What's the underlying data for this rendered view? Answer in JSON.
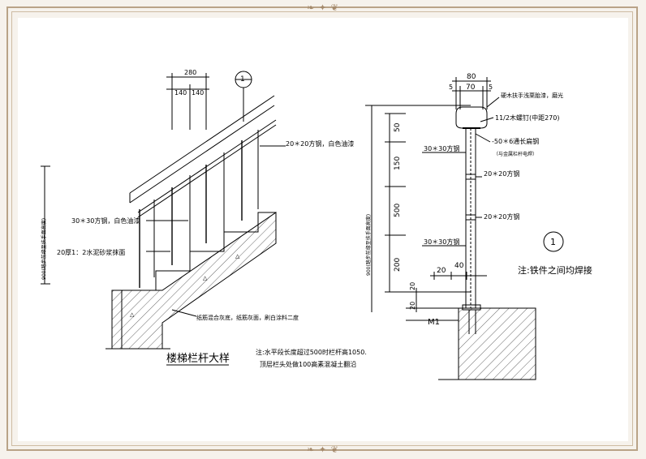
{
  "sheet": {
    "ornament": "❧ ✦ ❦",
    "border_color": "#b9a387"
  },
  "left_detail": {
    "dim_total": "280",
    "dim_a": "140",
    "dim_b": "140",
    "marker": "1",
    "rail_height": "900(踏步前缘至扶手面高度)",
    "note_square_bar": "20＊20方钢，白色油漆",
    "note_main_bar": "30＊30方钢，白色油漆",
    "note_mortar": "20厚1：2水泥砂浆抹面",
    "note_plaster": "纸筋混合灰底，纸筋灰面，刷白涂料二度",
    "title": "楼梯栏杆大样",
    "spec_line1": "注:水平段长度超过500时栏杆高1050.",
    "spec_line2": "顶层栏头处做100高素混凝土翻沿"
  },
  "right_detail": {
    "dim_80": "80",
    "dim_70": "70",
    "dim_5a": "5",
    "dim_5b": "5",
    "note_handrail": "硬木扶手浅栗胎漆，磨光",
    "note_screw": "11/2木螺钉(中距270)",
    "note_flat": "-50＊6通长扁钢",
    "note_flat_sub": "（与金属栏杆电焊）",
    "label_30_top": "30＊30方钢",
    "label_20_a": "20＊20方钢",
    "label_20_b": "20＊20方钢",
    "label_30_bottom": "30＊30方钢",
    "dim_50": "50",
    "dim_150": "150",
    "dim_500": "500",
    "dim_200": "200",
    "dim_900": "900(踏步前缘至扶手面高度)",
    "dim_20_a": "20",
    "dim_40": "40",
    "dim_20_b": "20",
    "dim_20_c": "20",
    "label_m1": "M1",
    "marker": "1",
    "weld_note": "注:铁件之间均焊接"
  }
}
